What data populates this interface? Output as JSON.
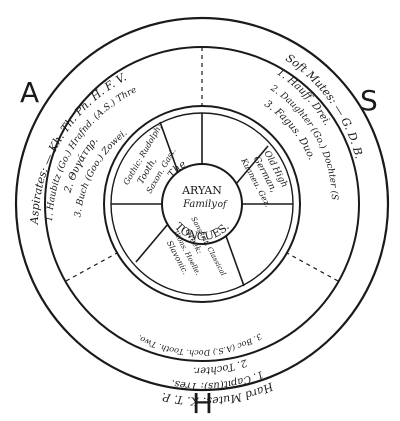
{
  "ink_color": "#1a1a1a",
  "background_color": "#ffffff",
  "corner_letters": {
    "a": "A",
    "s": "S",
    "h": "H"
  },
  "center": {
    "line1": "The",
    "line2": "ARYAN",
    "line3": "Family",
    "line4": "of",
    "line5": "TONGUES."
  },
  "hub": {
    "gothic": {
      "l1": "Gothic: Rudolph;",
      "l2": "Tooth,",
      "l3": "Saxon. Gast."
    },
    "old_high_german": {
      "l1": "Old",
      "l2": "High",
      "l3": "German,",
      "l4": "Kuaneu. Gez."
    },
    "sanskrit": {
      "l1": "Sanskrit. Classical",
      "l2": "Greek:",
      "l3": "Ilions. Hoelle.",
      "l4": "Slavonic."
    }
  },
  "outer": {
    "aspirates": {
      "heading": "Aspirates: — Kh. Th. Ph. H. F. V.",
      "l1": "1. Haubitz (Go.) Hrafnd. (A.S.) Three.",
      "l2": "2. Θυγάτηρ.",
      "l3": "3. Buch (Goo.) Zowei."
    },
    "soft_mutes": {
      "heading": "Soft Mutes: — G. D. B.",
      "l1": "1. Hauff. Drei.",
      "l2": "2. Daughter (Go.) Dochter (S.)",
      "l3": "3. Fagus. Duo."
    },
    "hard_mutes": {
      "heading": "Hard Mutes: K. T. P.",
      "l1": "1. Capit(us): Tres.",
      "l2": "2. Tochter.",
      "l3": "3. Boc (A.S.) Doch. Tooth. Two."
    }
  }
}
